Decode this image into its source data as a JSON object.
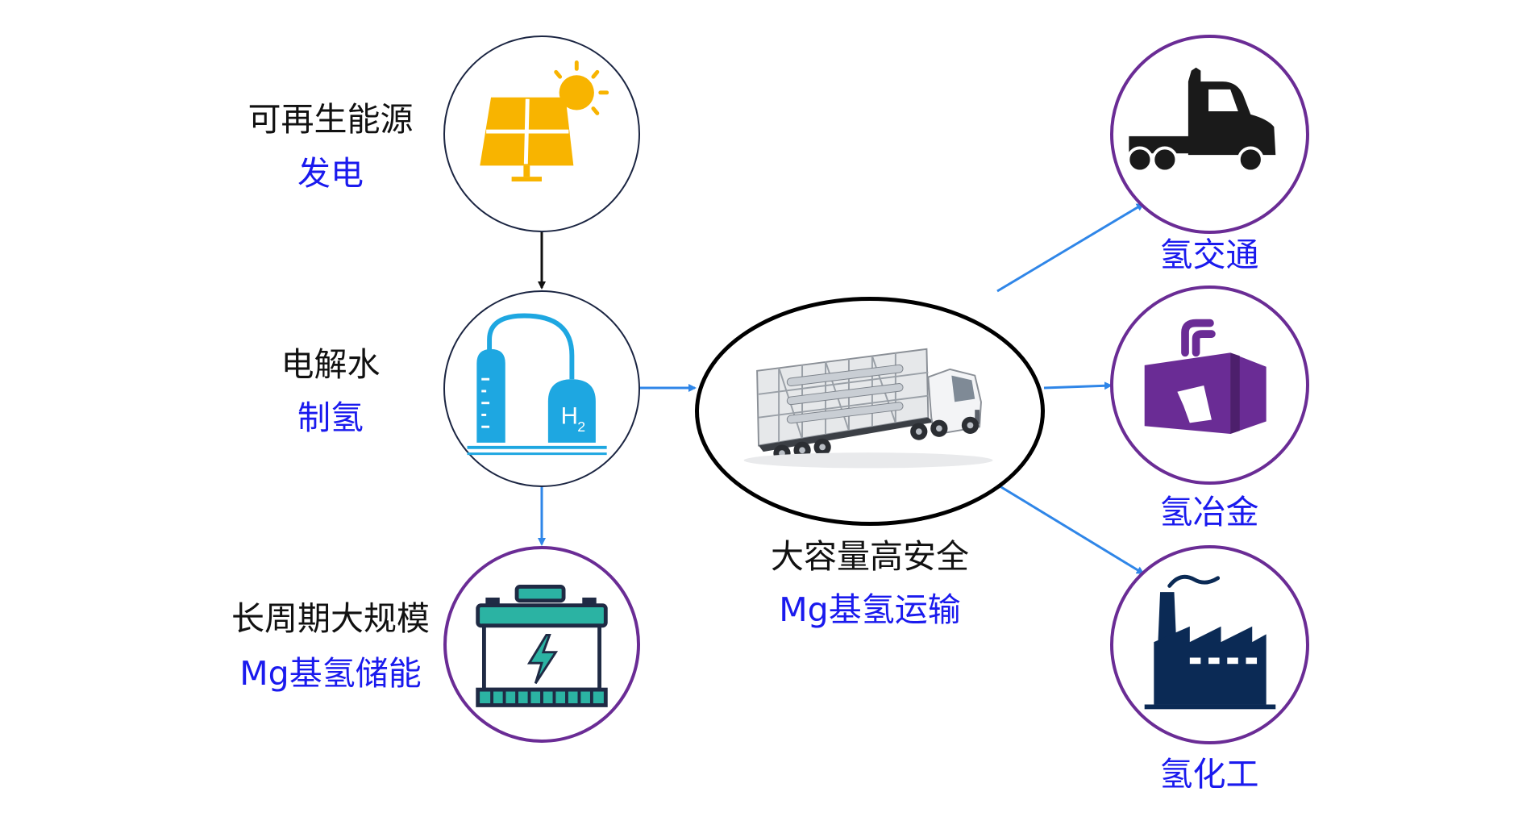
{
  "colors": {
    "label_primary": "#111111",
    "label_accent": "#1a1aee",
    "ring_dark": "#1b2542",
    "ring_purple": "#6a2c95",
    "arrow_blue": "#2f86e8",
    "solar_yellow": "#f8b400",
    "electrolysis_cyan": "#1ea7e1",
    "battery_navy": "#1f2a44",
    "battery_teal": "#2bb3a3",
    "factory_navy": "#0b2a55",
    "furnace_purple": "#6a2c95"
  },
  "nodes": {
    "solar": {
      "icon": "solar-panel-icon",
      "line1": "可再生能源",
      "line2": "发电"
    },
    "electrolysis": {
      "icon": "electrolyzer-icon",
      "line1": "电解水",
      "line2": "制氢",
      "h2_symbol": "H",
      "h2_subscript": "2"
    },
    "storage": {
      "icon": "battery-icon",
      "line1": "长周期大规模",
      "line2": "Mg基氢储能"
    },
    "transport": {
      "icon": "hydrogen-tube-trailer-image",
      "line1": "大容量高安全",
      "line2": "Mg基氢运输"
    },
    "traffic": {
      "icon": "semi-truck-icon",
      "label": "氢交通"
    },
    "metallurgy": {
      "icon": "furnace-icon",
      "label": "氢冶金"
    },
    "chemical": {
      "icon": "factory-icon",
      "label": "氢化工"
    }
  }
}
